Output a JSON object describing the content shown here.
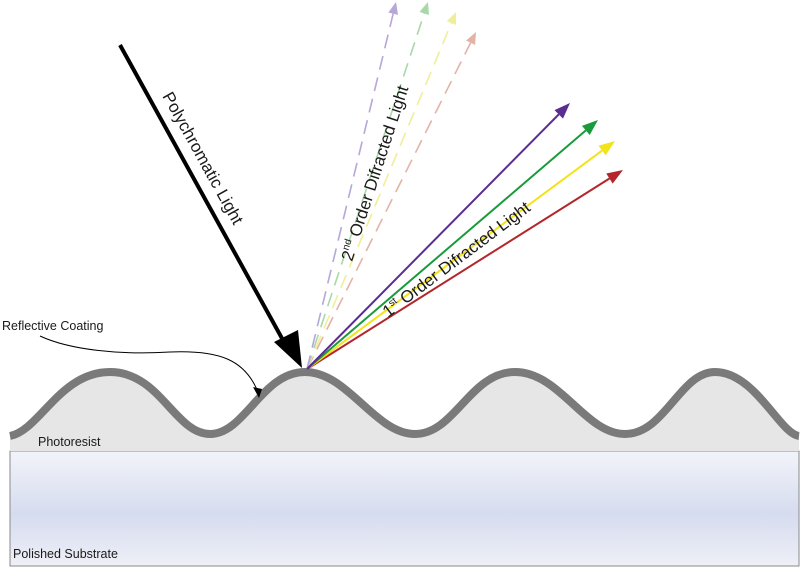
{
  "labels": {
    "reflective_coating": "Reflective Coating",
    "photoresist": "Photoresist",
    "polished_substrate": "Polished Substrate",
    "polychromatic_light": "Polychromatic Light",
    "second_order_num": "2",
    "second_order_sup": "nd",
    "second_order_rest": " Order Difracted Light",
    "first_order_num": "1",
    "first_order_sup": "st",
    "first_order_rest": " Order Difracted Light"
  },
  "colors": {
    "coating": "#7a7a7a",
    "photoresist_fill": "#e6e6e6",
    "substrate_top": "#f2f4fa",
    "substrate_mid": "#d6dcef",
    "substrate_bottom": "#eef0f7",
    "incident_arrow": "#000000",
    "first_order": [
      "#5b2d91",
      "#1a9b3b",
      "#f2e31a",
      "#b3262b"
    ],
    "second_order": [
      "#b7a6d8",
      "#a8d8a8",
      "#f1ee9a",
      "#e3b3a7"
    ]
  }
}
